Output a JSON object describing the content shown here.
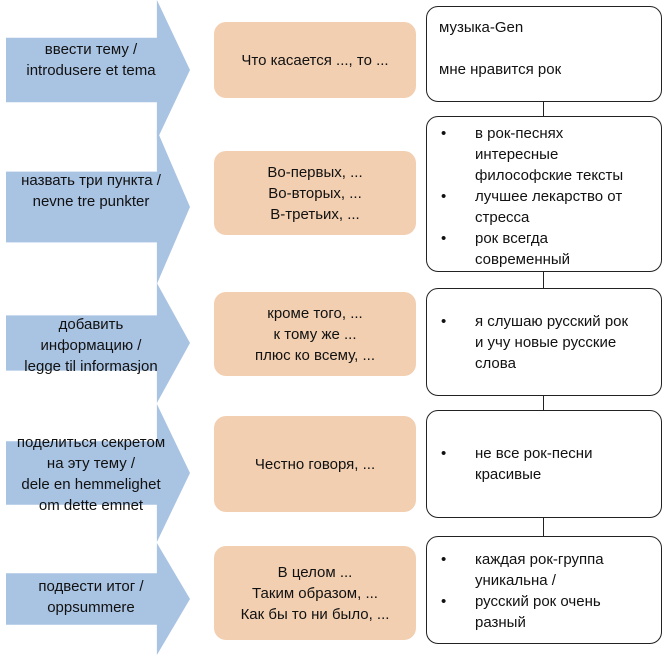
{
  "rows": [
    {
      "instruction": [
        "ввести тему /",
        "introdusere et tema"
      ],
      "phrases": [
        "Что касается ..., то ..."
      ],
      "content": {
        "kind": "plain",
        "lines": [
          "музыка-Gen",
          "",
          "мне нравится рок"
        ]
      }
    },
    {
      "instruction": [
        "назвать три пункта /",
        "nevne tre punkter"
      ],
      "phrases": [
        "Во-первых, ...",
        "Во-вторых, ...",
        "В-третьих, ..."
      ],
      "content": {
        "kind": "bullets",
        "items": [
          [
            "в рок-песнях",
            "интересные",
            "философские тексты"
          ],
          [
            "лучшее лекарство от",
            "стресса"
          ],
          [
            "рок всегда",
            "современный"
          ]
        ]
      }
    },
    {
      "instruction": [
        "добавить",
        "информацию /",
        "legge til informasjon"
      ],
      "phrases": [
        "кроме того, ...",
        "к тому же ...",
        "плюс ко всему, ..."
      ],
      "content": {
        "kind": "bullets",
        "items": [
          [
            "я слушаю русский рок",
            "и учу новые русские",
            "слова"
          ]
        ]
      }
    },
    {
      "instruction": [
        "поделиться секретом",
        "на эту тему /",
        "dele en hemmelighet",
        "om dette emnet"
      ],
      "phrases": [
        "Честно говоря, ..."
      ],
      "content": {
        "kind": "bullets",
        "items": [
          [
            "не все рок-песни",
            "красивые"
          ]
        ]
      }
    },
    {
      "instruction": [
        "подвести итог /",
        "oppsummere"
      ],
      "phrases": [
        "В целом ...",
        "Таким образом, ...",
        "Как бы то ни было, ..."
      ],
      "content": {
        "kind": "bullets",
        "items": [
          [
            "каждая рок-группа",
            "уникальна /"
          ],
          [
            "русский рок очень",
            "разный"
          ]
        ]
      }
    }
  ],
  "colors": {
    "arrow": "#a9c3e3",
    "phrase_box": "#f2cfb1",
    "content_border": "#222222"
  }
}
